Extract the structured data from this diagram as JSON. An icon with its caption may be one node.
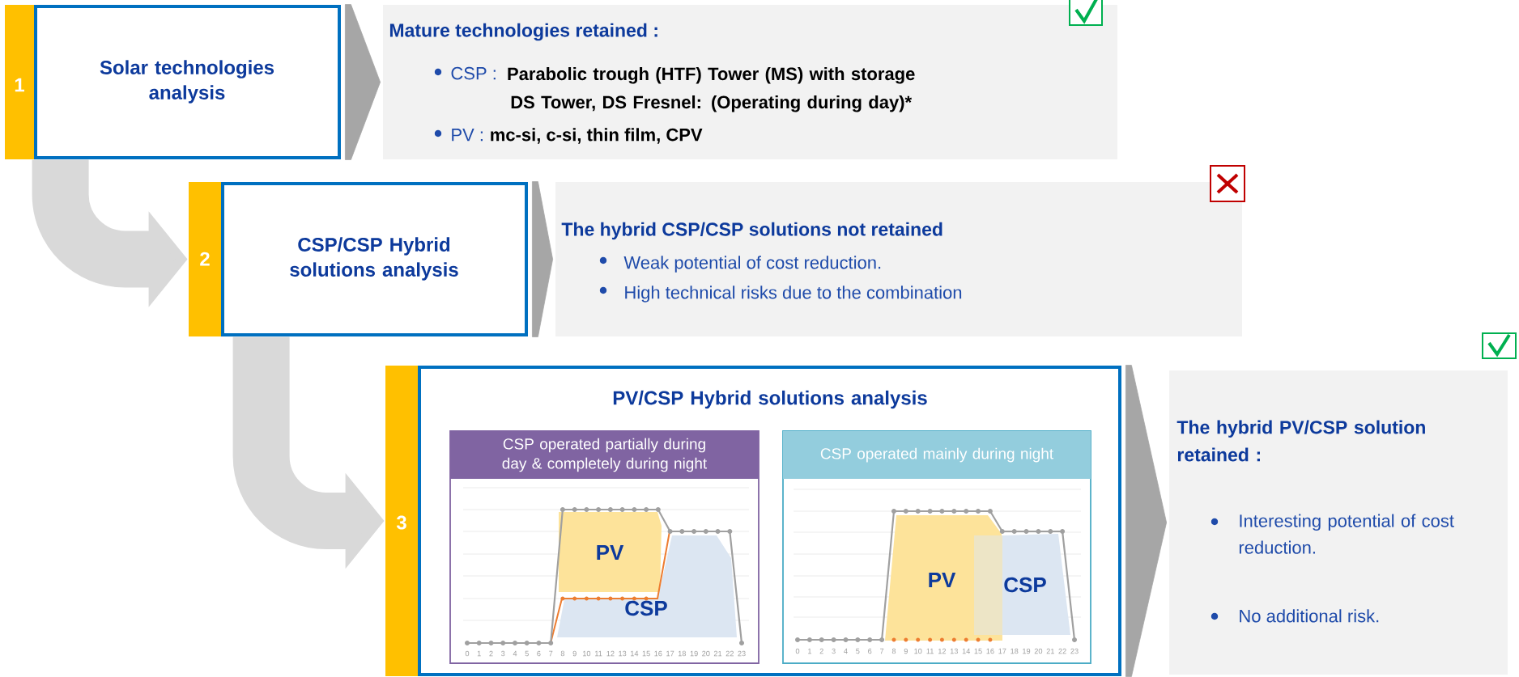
{
  "diagram": {
    "nodes": [
      {
        "text": [
          "1",
          "Solar technologies analysis"
        ]
      },
      {
        "text": [
          "Mature technologies retained :",
          "CSP :",
          "Parabolic trough (HTF)  Tower (MS) with storage DS Tower, DS Fresnel: (Operating during day)*",
          "PV :",
          "mc-si, c-si, thin film, CPV"
        ]
      },
      {
        "text": [
          "2",
          "CSP/CSP Hybrid solutions analysis"
        ]
      },
      {
        "text": [
          "The hybrid  CSP/CSP solutions not retained",
          "Weak  potential of cost reduction.",
          "High technical risks due to the combination"
        ]
      },
      {
        "text": [
          "3",
          "PV/CSP Hybrid solutions analysis"
        ]
      },
      {
        "text": [
          "CSP operated partially during  day & completely during night",
          "PV",
          "CSP",
          "0",
          "1",
          "2",
          "3",
          "4",
          "5",
          "6",
          "7",
          "8",
          "9",
          "10",
          "11",
          "12",
          "13",
          "14",
          "15",
          "16",
          "17",
          "18",
          "19",
          "20",
          "21",
          "22",
          "23"
        ],
        "in": 4
      },
      {
        "text": [
          "CSP operated mainly during  night",
          "PV",
          "CSP",
          "0",
          "1",
          "2",
          "3",
          "4",
          "5",
          "6",
          "7",
          "8",
          "9",
          "10",
          "11",
          "12",
          "13",
          "14",
          "15",
          "16",
          "17",
          "18",
          "19",
          "20",
          "21",
          "22",
          "23"
        ],
        "in": 4
      },
      {
        "text": [
          "The hybrid PV/CSP solution retained :",
          "Interesting potential of cost reduction.",
          "No additional risk."
        ]
      }
    ],
    "edges": [
      {
        "from": 0,
        "to": 1,
        "arrow": "to"
      },
      {
        "from": 0,
        "to": 2,
        "arrow": "to",
        "color": "#d9d9d9"
      },
      {
        "from": 2,
        "to": 3,
        "arrow": "to"
      },
      {
        "from": 2,
        "to": 4,
        "arrow": "to",
        "color": "#d9d9d9"
      },
      {
        "from": 4,
        "to": 7,
        "arrow": "to"
      }
    ]
  }
}
